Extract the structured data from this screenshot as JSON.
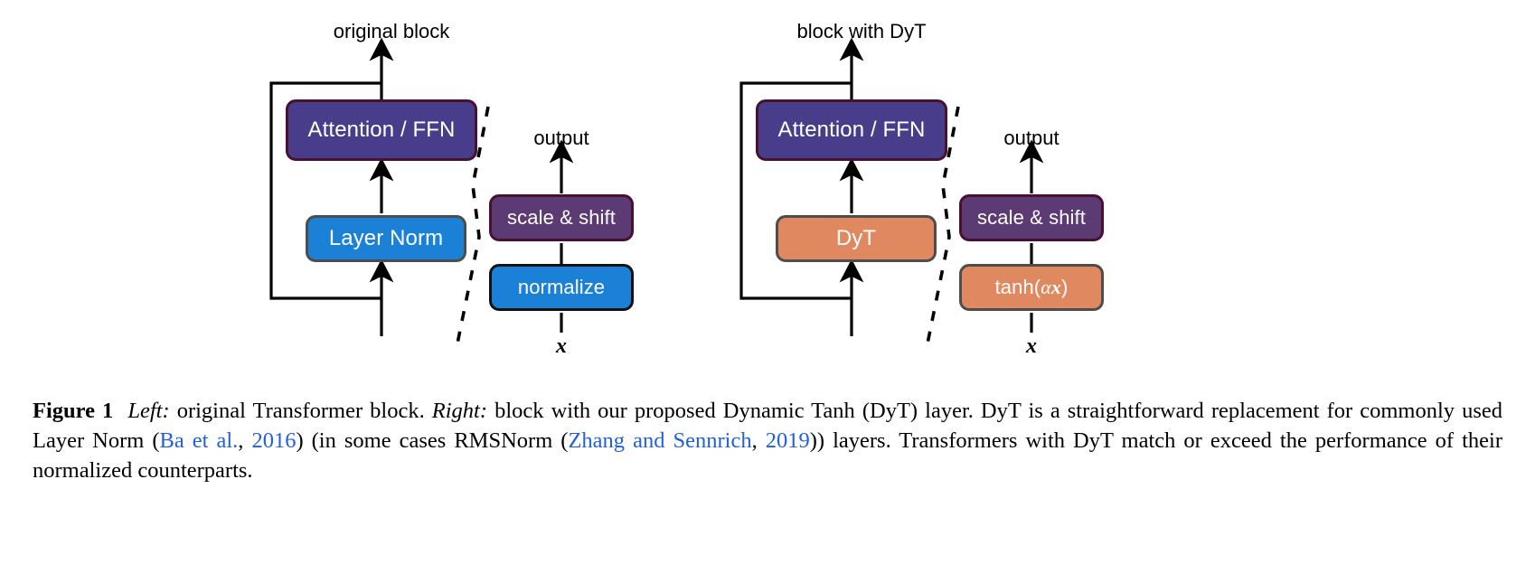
{
  "figure": {
    "panels": [
      {
        "id": "left",
        "title": "original block",
        "sub_title": "output",
        "block_top_node": "Attention / FFN",
        "block_norm_node": "Layer Norm",
        "detail_upper_node": "scale & shift",
        "detail_lower_node": "normalize",
        "input_label": "x",
        "colors": {
          "attention": "#483d8b",
          "norm": "#1a81d6",
          "scale_shift": "#5c3a73",
          "normalize": "#1a81d6"
        }
      },
      {
        "id": "right",
        "title": "block with DyT",
        "sub_title": "output",
        "block_top_node": "Attention / FFN",
        "block_norm_node": "DyT",
        "detail_upper_node": "scale & shift",
        "detail_lower_node": "tanh(αx)",
        "input_label": "x",
        "colors": {
          "attention": "#483d8b",
          "norm": "#e0885f",
          "scale_shift": "#5c3a73",
          "normalize": "#e0885f"
        }
      }
    ]
  },
  "caption": {
    "label": "Figure 1",
    "em_left": "Left:",
    "text_1": " original Transformer block. ",
    "em_right": "Right:",
    "text_2": " block with our proposed Dynamic Tanh (DyT) layer. DyT is a straightforward replacement for commonly used Layer Norm (",
    "cite_1": "Ba et al.",
    "text_3": ", ",
    "cite_1_year": "2016",
    "text_4": ") (in some cases RMSNorm (",
    "cite_2": "Zhang and Sennrich",
    "text_5": ", ",
    "cite_2_year": "2019",
    "text_6": ")) layers. Transformers with DyT match or exceed the performance of their normalized counterparts."
  },
  "link_color": "#2060df"
}
